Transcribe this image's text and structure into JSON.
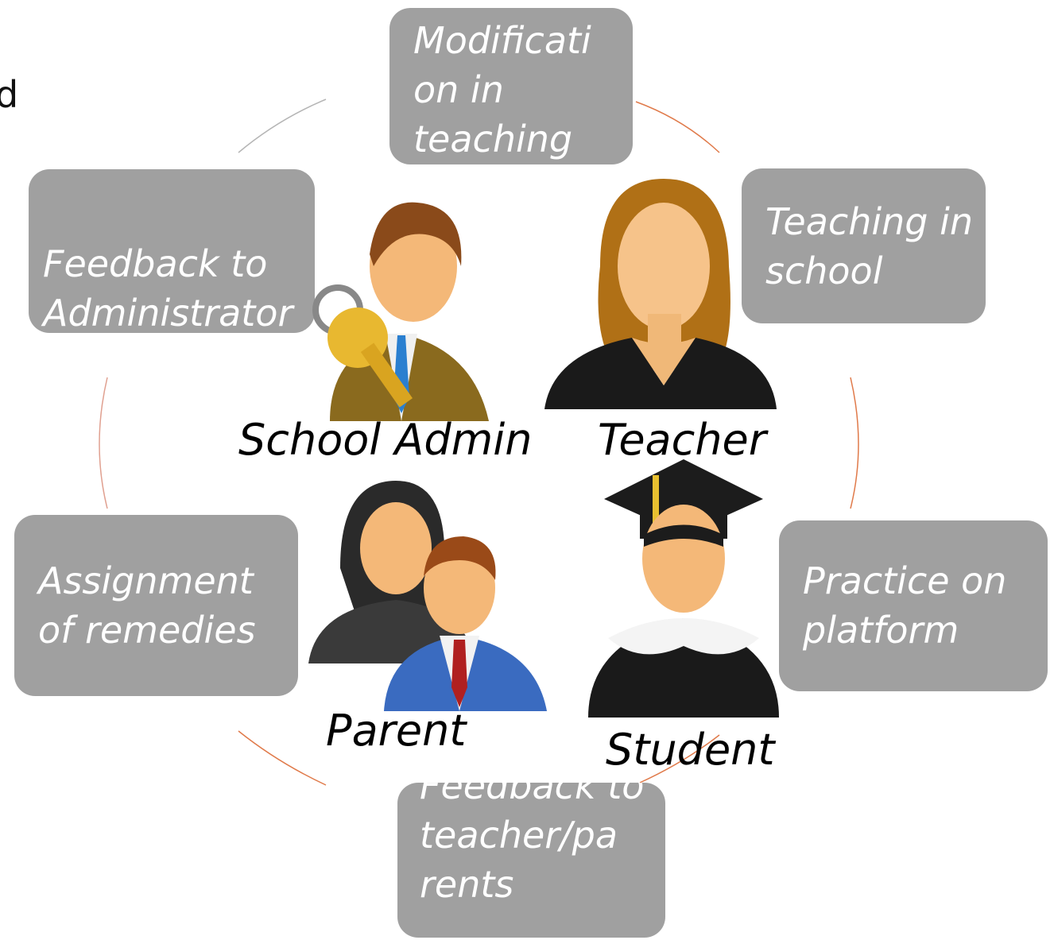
{
  "diagram": {
    "stray_text": "d",
    "steps": {
      "modification": "Modificati on in teaching",
      "teaching": "Teaching in school",
      "practice": "Practice on platform",
      "feedback_tp": "Feedback to teacher/pa rents",
      "assignment": "Assignment of remedies",
      "feedback_admin": "Feedback to Administrator"
    },
    "roles": {
      "admin": "School Admin",
      "teacher": "Teacher",
      "parent": "Parent",
      "student": "Student"
    }
  },
  "colors": {
    "box_fill": "#a0a0a0",
    "box_text": "#ffffff",
    "arrow_orange": "#e07a4a",
    "arrow_gray": "#b0b0b0"
  }
}
